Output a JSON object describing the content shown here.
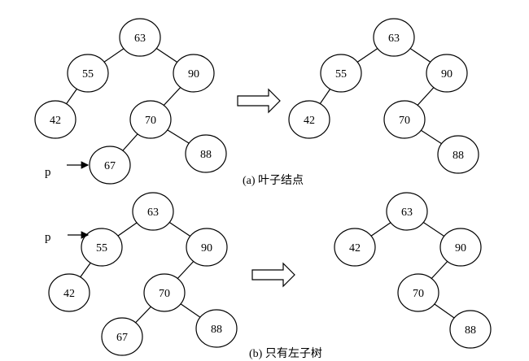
{
  "panel_a": {
    "caption": "(a)  叶子结点",
    "pointer_label": "p",
    "before": {
      "nodes": [
        "63",
        "55",
        "90",
        "42",
        "70",
        "88",
        "67"
      ]
    },
    "after": {
      "nodes": [
        "63",
        "55",
        "90",
        "42",
        "70",
        "88"
      ]
    }
  },
  "panel_b": {
    "caption": "(b)  只有左子树",
    "pointer_label": "p",
    "before": {
      "nodes": [
        "63",
        "55",
        "90",
        "42",
        "70",
        "67",
        "88"
      ]
    },
    "after": {
      "nodes": [
        "63",
        "42",
        "90",
        "70",
        "88"
      ]
    }
  }
}
